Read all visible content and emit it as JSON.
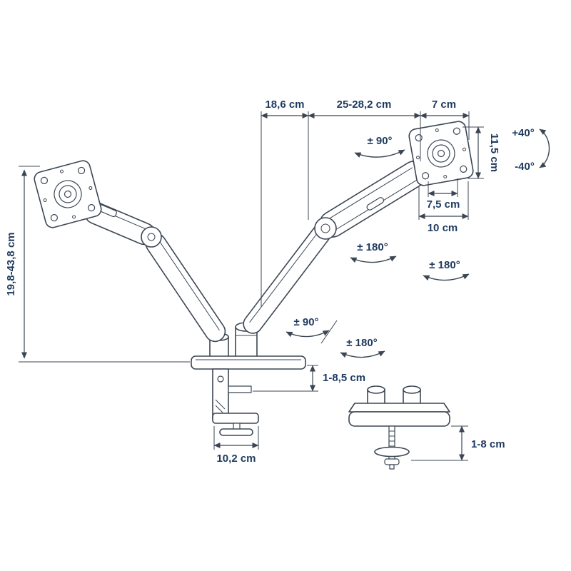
{
  "meta": {
    "subject": "Dual monitor arm desk mount - technical dimension diagram",
    "background_color": "#ffffff",
    "line_color": "#3c4653",
    "text_color": "#1e3a5f"
  },
  "labels": {
    "dim_arm_inner": "18,6 cm",
    "dim_arm_outer": "25-28,2 cm",
    "dim_vesa_offset": "7 cm",
    "rot_vesa_swivel": "± 90°",
    "dim_vesa_height": "11,5 cm",
    "tilt_up": "+40°",
    "tilt_down": "-40°",
    "dim_vesa_inner_width": "7,5 cm",
    "dim_vesa_width": "10 cm",
    "rot_elbow": "± 180°",
    "rot_vesa_plate": "± 180°",
    "dim_height_range": "19,8-43,8 cm",
    "rot_base_swivel": "± 90°",
    "rot_base_turn": "± 180°",
    "dim_clamp_range": "1-8,5 cm",
    "dim_base_width": "10,2 cm",
    "dim_grommet_range": "1-8 cm"
  }
}
